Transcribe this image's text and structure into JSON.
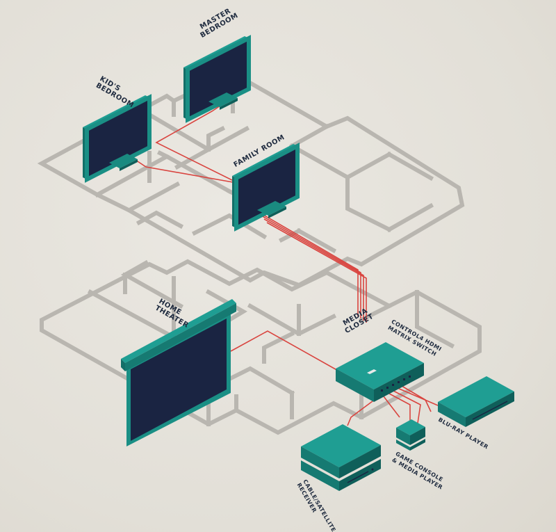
{
  "labels": {
    "kids_bedroom": [
      "KID'S",
      "BEDROOM"
    ],
    "master_bedroom": [
      "MASTER",
      "BEDROOM"
    ],
    "family_room": [
      "FAMILY ROOM"
    ],
    "home_theater": [
      "HOME",
      "THEATER"
    ],
    "media_closet": [
      "MEDIA",
      "CLOSET"
    ],
    "matrix_switch": [
      "CONTROL4 HDMI",
      "MATRIX SWITCH"
    ],
    "bluray": [
      "BLU-RAY PLAYER"
    ],
    "game_console": [
      "GAME CONSOLE",
      "& MEDIA PLAYER"
    ],
    "receiver": [
      "CABLE/SATELLITE",
      "RECEIVER"
    ]
  },
  "colors": {
    "background": "#e6e3dc",
    "floorplan": "#b9b6b0",
    "screen": "#1a2442",
    "device_top": "#1f9e93",
    "device_left": "#167a72",
    "device_right": "#0f5f5a",
    "cable": "#d9443f",
    "text": "#1f2b3f"
  }
}
